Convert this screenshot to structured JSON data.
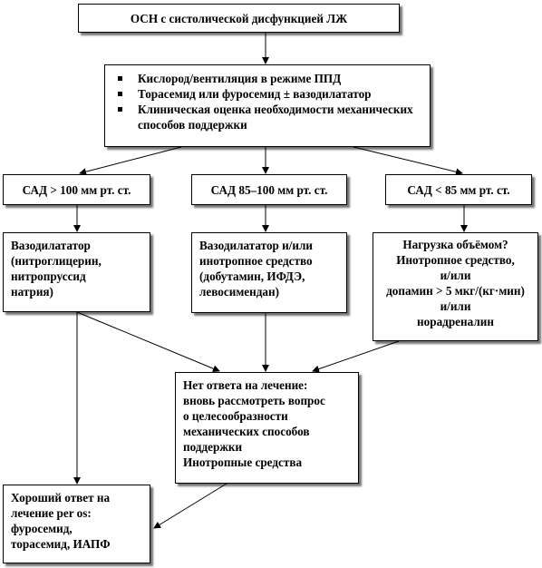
{
  "top_box": {
    "text": "ОСН с систолической дисфункцией ЛЖ"
  },
  "initial_box": {
    "items": [
      "Кислород/вентиляция в режиме ППД",
      "Торасемид или фуросемид  ± вазодилататор",
      "Клиническая оценка необходимости механических  способов поддержки"
    ]
  },
  "branches": {
    "high": {
      "condition": "САД > 100 мм рт. ст.",
      "treatment": [
        "Вазодилататор",
        "(нитроглицерин,",
        "нитропруссид",
        "натрия)"
      ]
    },
    "mid": {
      "condition": "САД 85–100 мм рт. ст.",
      "treatment": [
        "Вазодилататор и/или",
        "инотропное средство",
        "(добутамин, ИФДЭ,",
        "левосимендан)"
      ]
    },
    "low": {
      "condition": "САД < 85 мм рт. ст.",
      "treatment": [
        "Нагрузка  объёмом?",
        "Инотропное средство,",
        "и/или",
        "допамин > 5 мкг/(кг·мин)",
        "и/или",
        "норадреналин"
      ]
    }
  },
  "no_response_box": {
    "lines": [
      "Нет ответа на лечение:",
      "вновь рассмотреть вопрос",
      "о целесообразности",
      "механических  способов",
      "поддержки",
      "Инотропные средства"
    ]
  },
  "good_response_box": {
    "lines": [
      "Хороший ответ на",
      "лечение per os:",
      "фуросемид,",
      "торасемид, ИАПФ"
    ]
  }
}
